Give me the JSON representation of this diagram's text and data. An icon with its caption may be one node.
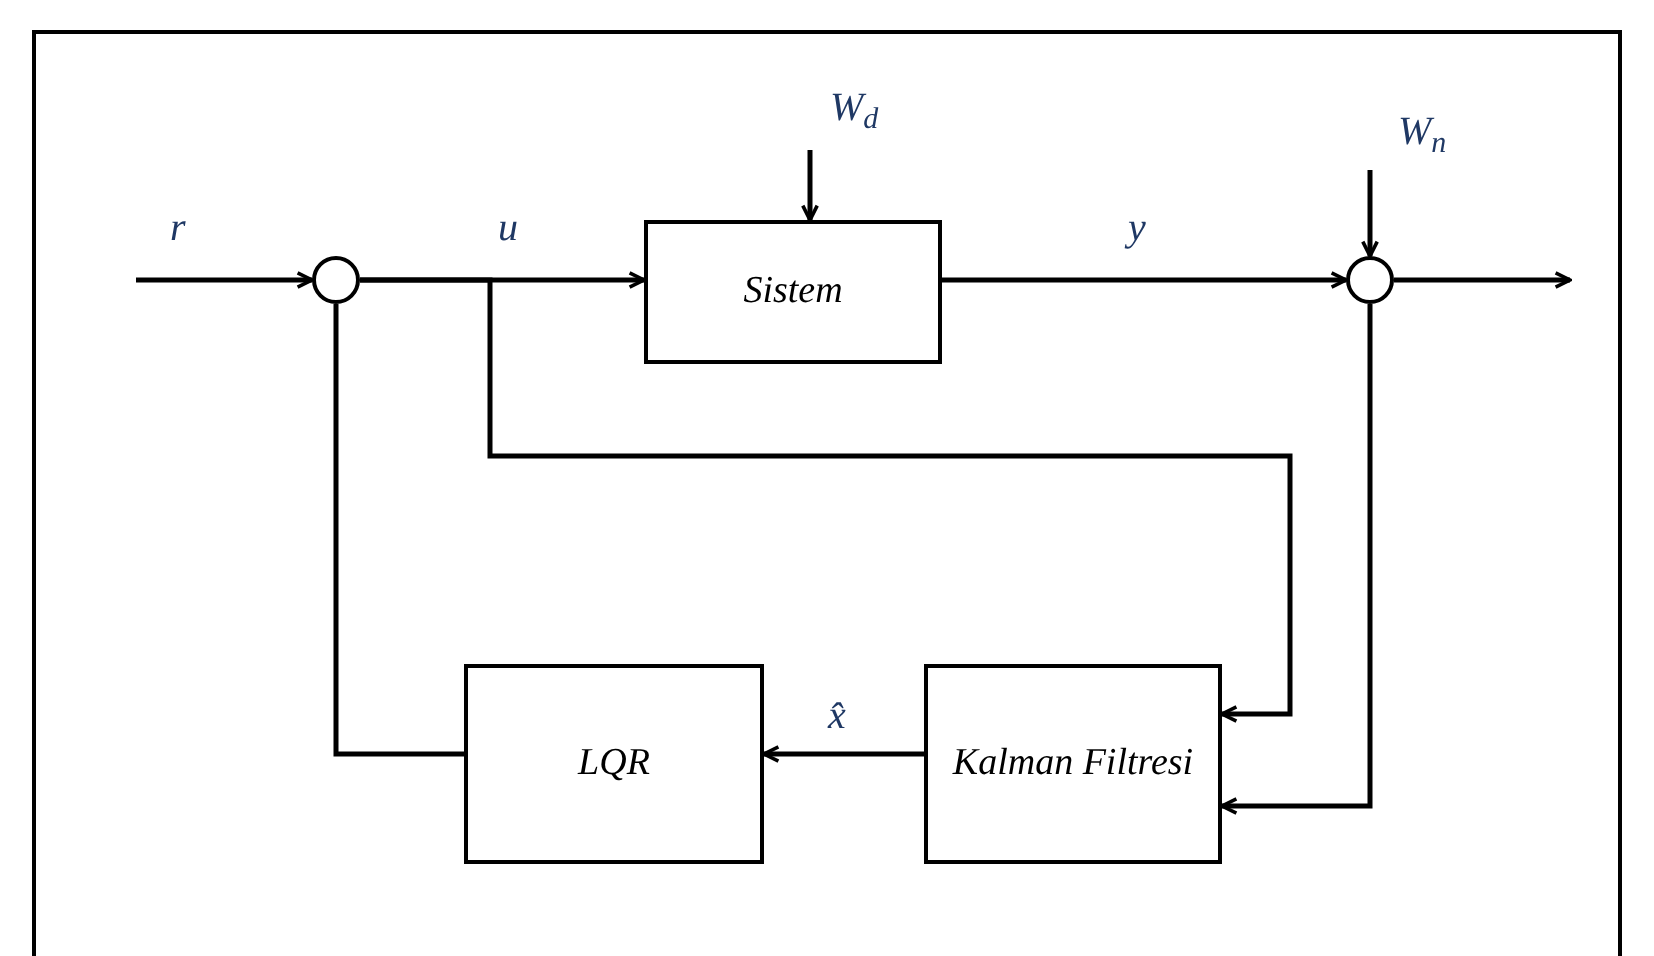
{
  "diagram": {
    "nodes": [
      {
        "text": [],
        "shape": "circle"
      },
      {
        "text": [
          "Sistem"
        ]
      },
      {
        "text": [],
        "shape": "circle"
      },
      {
        "text": [
          "Kalman Filtresi"
        ]
      },
      {
        "text": [
          "LQR"
        ]
      }
    ],
    "edges": [
      {
        "from": null,
        "to": 0,
        "arrow": "to",
        "label": "r"
      },
      {
        "from": 0,
        "to": 1,
        "arrow": "to",
        "label": "u"
      },
      {
        "from": 0,
        "to": 3,
        "arrow": "to"
      },
      {
        "from": null,
        "to": 1,
        "arrow": "to",
        "label": "W$_{d}$"
      },
      {
        "from": 1,
        "to": 2,
        "arrow": "to",
        "label": "y"
      },
      {
        "from": null,
        "to": 2,
        "arrow": "to",
        "label": "W$_{n}$"
      },
      {
        "from": 2,
        "to": null,
        "arrow": "to"
      },
      {
        "from": 2,
        "to": 3,
        "arrow": "to"
      },
      {
        "from": 3,
        "to": 4,
        "arrow": "to",
        "label": "x̂"
      },
      {
        "from": 4,
        "to": 0,
        "arrow": "none"
      }
    ]
  }
}
